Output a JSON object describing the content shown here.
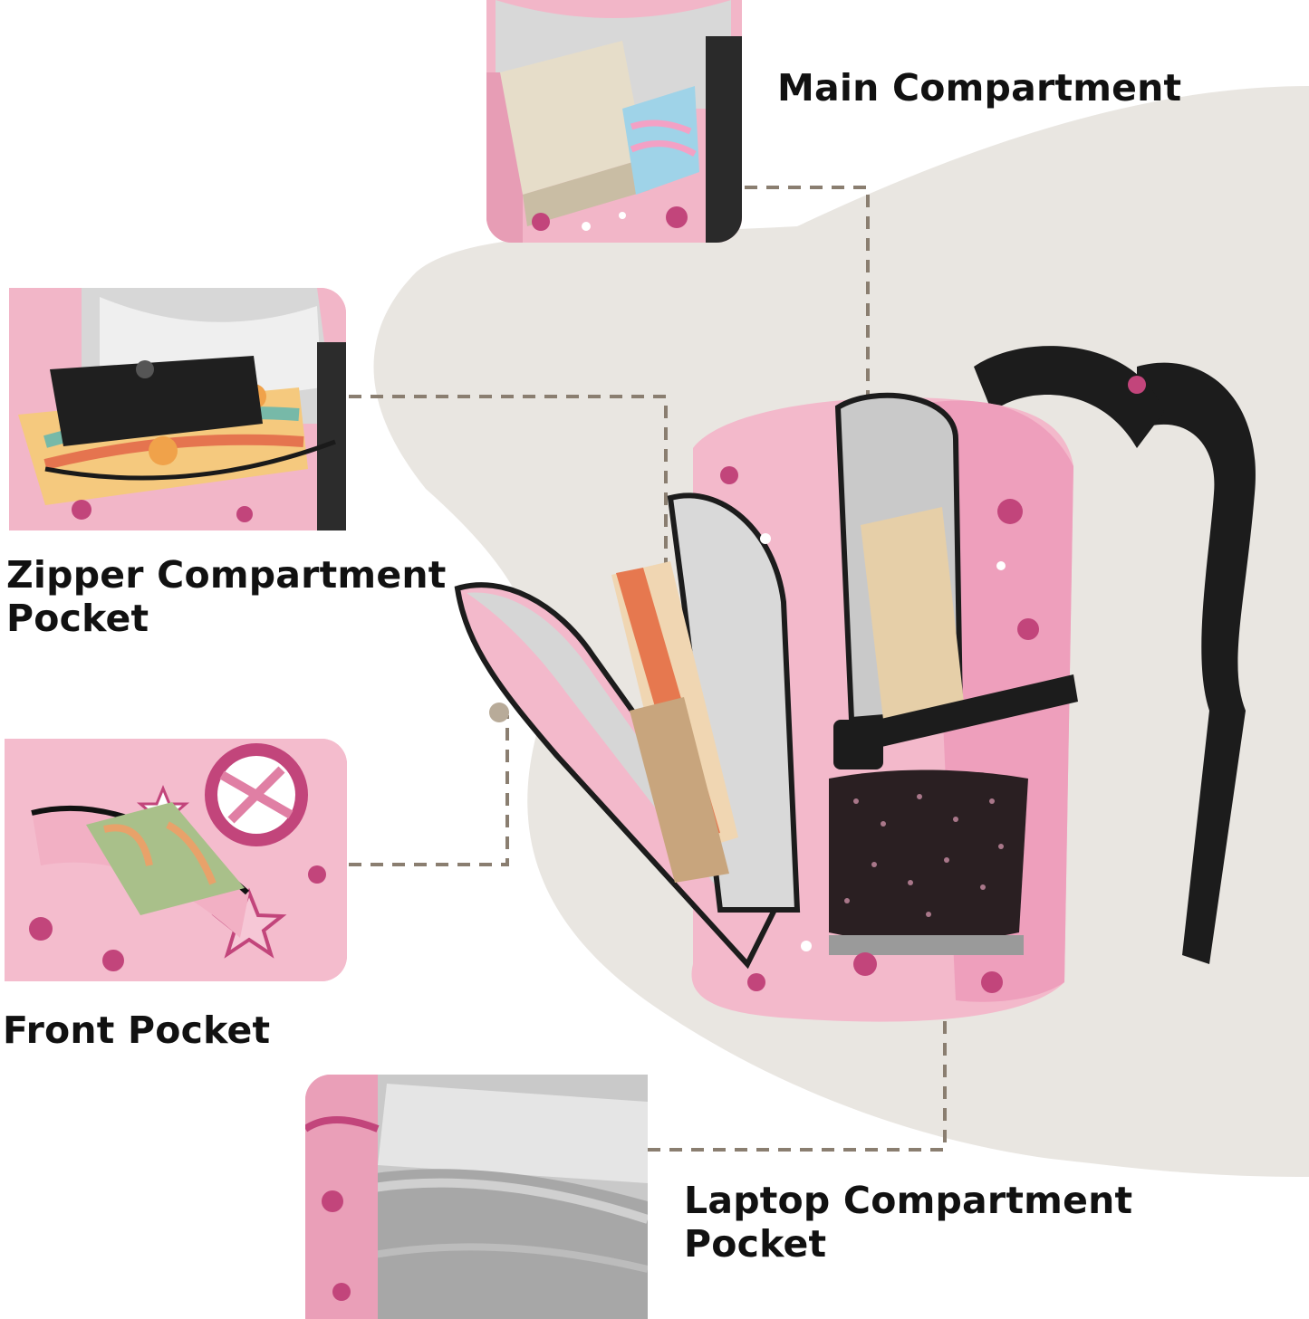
{
  "features": [
    {
      "id": "main",
      "label": "Main Compartment"
    },
    {
      "id": "zipper",
      "label": "Zipper Compartment\nPocket"
    },
    {
      "id": "front",
      "label": "Front Pocket"
    },
    {
      "id": "laptop",
      "label": "Laptop Compartment\nPocket"
    }
  ],
  "colors": {
    "backdrop": "#e9e6e1",
    "bag_pink": "#f3b9cb",
    "bag_accent": "#c2457b",
    "strap": "#1c1c1c",
    "leader_line": "#8a7e70"
  }
}
